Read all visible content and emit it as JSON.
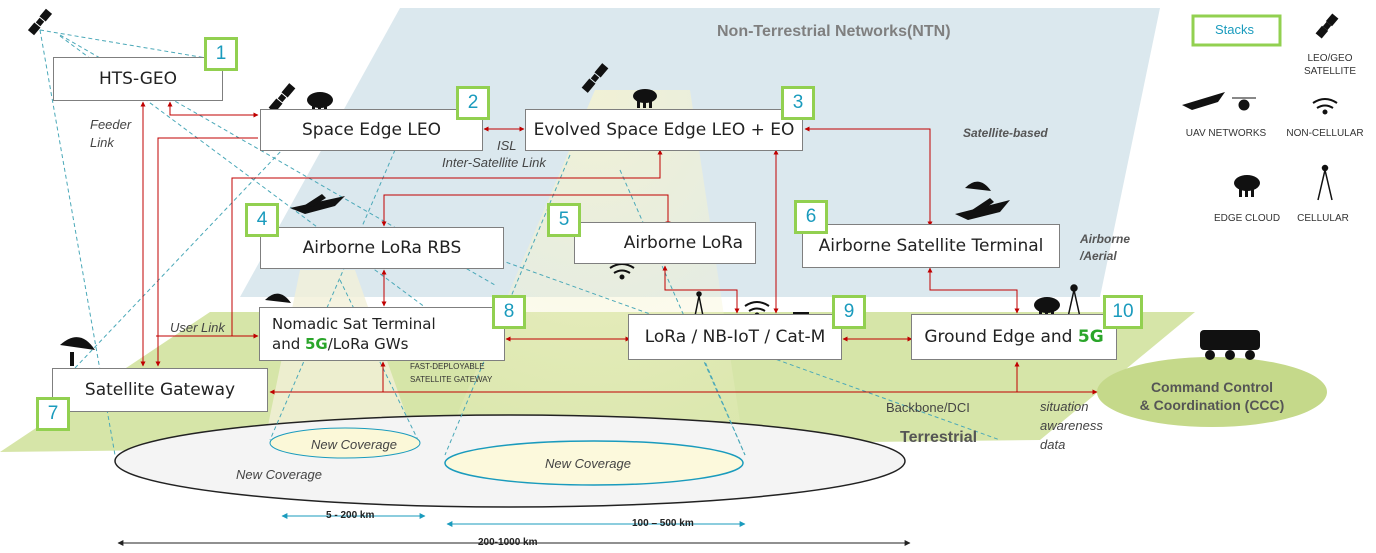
{
  "title": "Non-Terrestrial Networks(NTN)",
  "regions": {
    "satellite": "Satellite-based",
    "airborne_1": "Airborne",
    "airborne_2": "/Aerial",
    "terrestrial": "Terrestrial"
  },
  "legend": {
    "stacks": "Stacks",
    "leo_geo_1": "LEO/GEO",
    "leo_geo_2": "SATELLITE",
    "uav": "UAV NETWORKS",
    "noncellular": "NON-CELLULAR",
    "edge_cloud": "EDGE CLOUD",
    "cellular": "CELLULAR",
    "icons": [
      "satellite-icon",
      "uav-icon",
      "wifi-icon",
      "cloud-icon",
      "cell-tower-icon"
    ]
  },
  "nodes": {
    "hts_geo": "HTS-GEO",
    "space_edge_leo": "Space Edge LEO",
    "evolved": "Evolved Space Edge LEO + EO",
    "airborne_lora_rbs": "Airborne LoRa RBS",
    "airborne_lora": "Airborne LoRa",
    "airborne_sat_terminal": "Airborne Satellite Terminal",
    "nomadic_1": "Nomadic Sat Terminal",
    "nomadic_2a": "and ",
    "nomadic_2b": "5G",
    "nomadic_2c": "/LoRa GWs",
    "lora_nbiot": "LoRa / NB-IoT / Cat-M",
    "ground_edge_a": "Ground Edge and ",
    "ground_edge_b": "5G",
    "satellite_gateway": "Satellite Gateway",
    "ccc_1": "Command Control",
    "ccc_2": "& Coordination (CCC)"
  },
  "numbers": [
    "1",
    "2",
    "3",
    "4",
    "5",
    "6",
    "7",
    "8",
    "9",
    "10"
  ],
  "labels": {
    "feeder_1": "Feeder",
    "feeder_2": "Link",
    "isl": "ISL",
    "inter_sat": "Inter-Satellite Link",
    "user_link": "User Link",
    "fast_1": "FAST-DEPLOYABLE",
    "fast_2": "SATELLITE GATEWAY",
    "backbone": "Backbone/DCI",
    "situation_1": "situation",
    "situation_2": "awareness",
    "situation_3": "data",
    "new_coverage": "New Coverage"
  },
  "distances": {
    "d1": "5 - 200 km",
    "d2": "100 – 500 km",
    "d3": "200-1000 km"
  },
  "colors": {
    "ntn_plane": "#dbe8ee",
    "terrestrial_plane": "#d6e5a8",
    "badge_border": "#92d050",
    "badge_text": "#1a9bbd",
    "link_red": "#c00000",
    "dashed_teal": "#4aa8b8",
    "green_5g": "#2aa52a",
    "ccc_fill": "#c5d98a"
  }
}
